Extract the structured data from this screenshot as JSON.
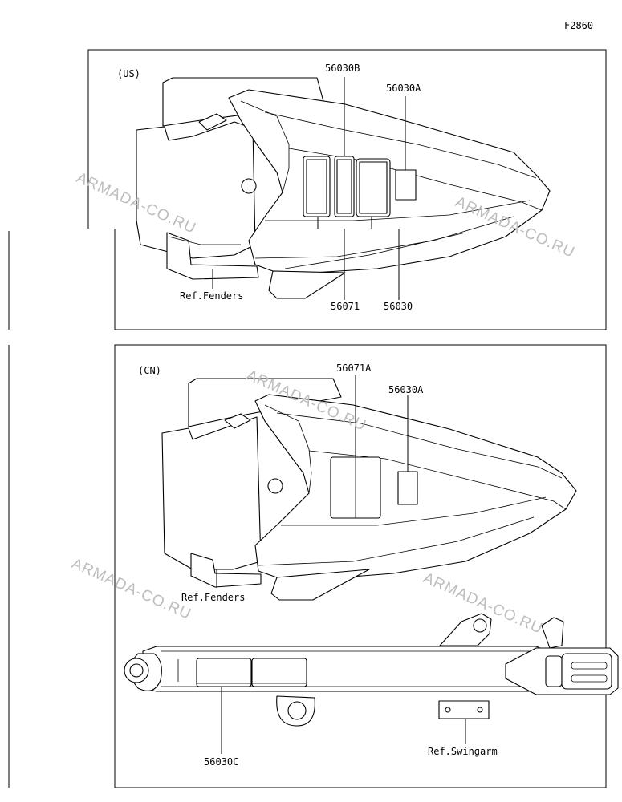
{
  "figure_id": "F2860",
  "us_panel": {
    "region": "(US)",
    "callouts": {
      "label_b": "56030B",
      "label_a": "56030A",
      "label_71": "56071",
      "label_main": "56030",
      "ref": "Ref.Fenders"
    }
  },
  "cn_panel": {
    "region": "(CN)",
    "callouts": {
      "label_71a": "56071A",
      "label_a": "56030A",
      "ref_fenders": "Ref.Fenders",
      "label_c": "56030C",
      "ref_swingarm": "Ref.Swingarm"
    }
  },
  "watermark": "ARMADA-CO.RU"
}
